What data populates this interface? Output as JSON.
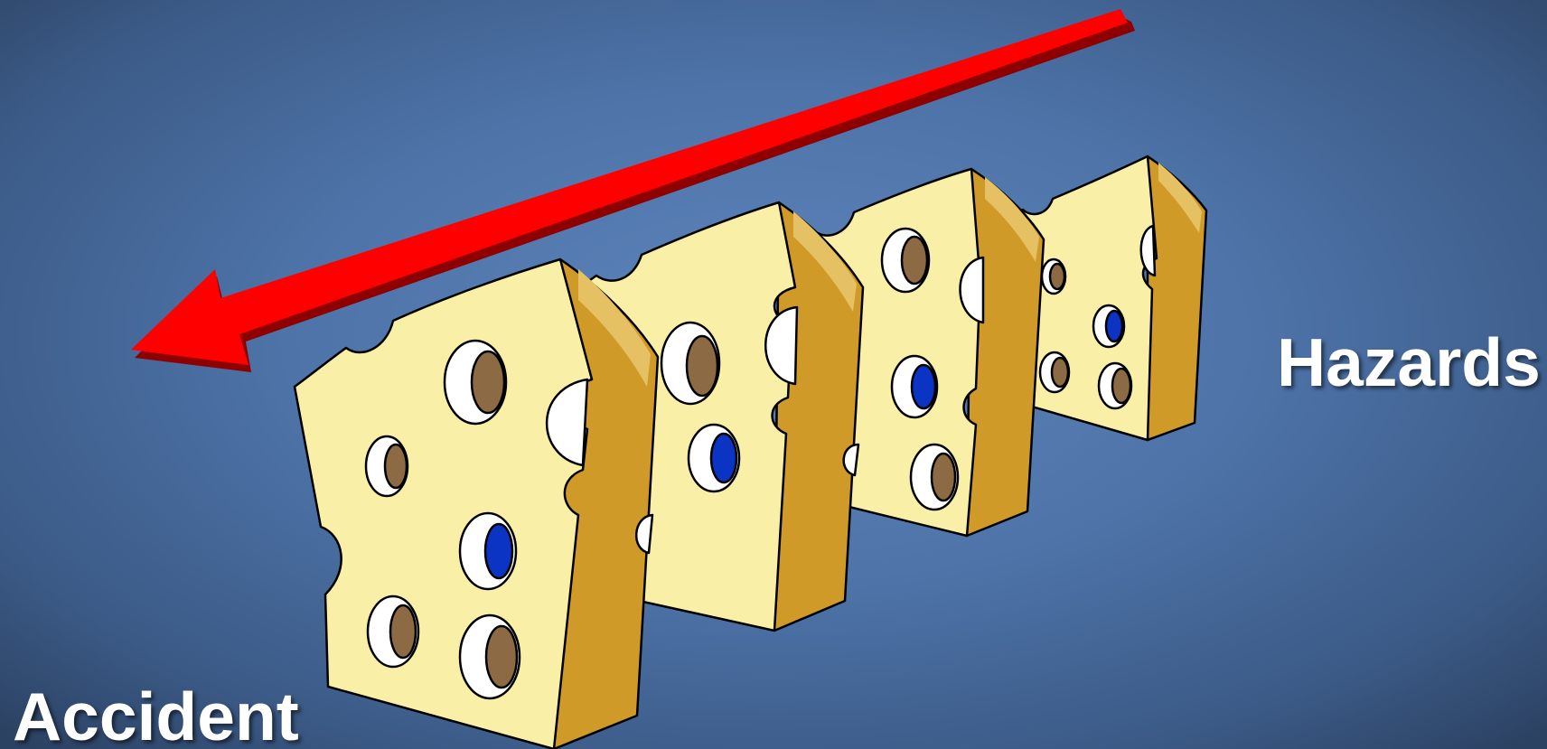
{
  "labels": {
    "hazards": "Hazards",
    "accident": "Accident"
  },
  "colors": {
    "background": "#5077b0",
    "cheese_face": "#f9efa7",
    "cheese_side": "#cf9a28",
    "hole_brown": "#8b6a44",
    "hole_blue": "#0b34c4",
    "arrow": "#ff0000",
    "text": "#ffffff"
  },
  "diagram": {
    "slice_count": 4,
    "arrow_direction": "from Hazards toward Accident",
    "icons": [
      "cheese-slice-icon",
      "hazard-arrow-icon"
    ]
  }
}
